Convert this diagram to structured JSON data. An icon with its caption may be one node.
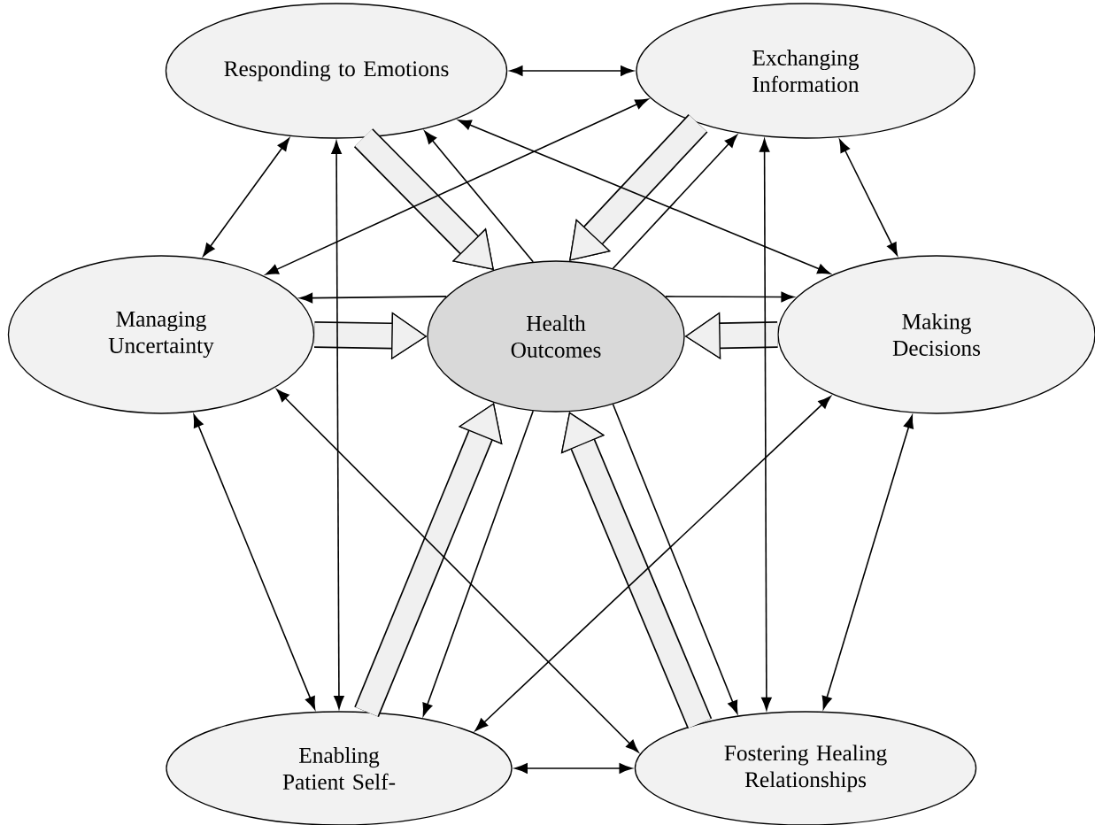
{
  "diagram": {
    "nodes": [
      {
        "text": [
          "Responding to Emotions"
        ]
      },
      {
        "text": [
          "Exchanging Information"
        ]
      },
      {
        "text": [
          "Managing Uncertainty"
        ]
      },
      {
        "text": [
          "Health Outcomes"
        ]
      },
      {
        "text": [
          "Making Decisions"
        ]
      },
      {
        "text": [
          "Enabling Patient Self-"
        ]
      },
      {
        "text": [
          "Fostering Healing Relationships"
        ]
      }
    ],
    "edges": [
      {
        "from": 0,
        "to": 3,
        "arrow": "to",
        "style": "thick"
      },
      {
        "from": 1,
        "to": 3,
        "arrow": "to",
        "style": "thick"
      },
      {
        "from": 2,
        "to": 3,
        "arrow": "to",
        "style": "thick"
      },
      {
        "from": 4,
        "to": 3,
        "arrow": "to",
        "style": "thick"
      },
      {
        "from": 5,
        "to": 3,
        "arrow": "to",
        "style": "thick"
      },
      {
        "from": 6,
        "to": 3,
        "arrow": "to",
        "style": "thick"
      },
      {
        "from": 3,
        "to": 0,
        "arrow": "to"
      },
      {
        "from": 3,
        "to": 1,
        "arrow": "to"
      },
      {
        "from": 3,
        "to": 2,
        "arrow": "to"
      },
      {
        "from": 3,
        "to": 4,
        "arrow": "to"
      },
      {
        "from": 3,
        "to": 5,
        "arrow": "to"
      },
      {
        "from": 3,
        "to": 6,
        "arrow": "to"
      },
      {
        "from": 0,
        "to": 1,
        "arrow": "both"
      },
      {
        "from": 0,
        "to": 2,
        "arrow": "both"
      },
      {
        "from": 0,
        "to": 5,
        "arrow": "both"
      },
      {
        "from": 0,
        "to": 4,
        "arrow": "both"
      },
      {
        "from": 1,
        "to": 2,
        "arrow": "both"
      },
      {
        "from": 1,
        "to": 4,
        "arrow": "both"
      },
      {
        "from": 1,
        "to": 6,
        "arrow": "both"
      },
      {
        "from": 2,
        "to": 5,
        "arrow": "both"
      },
      {
        "from": 2,
        "to": 6,
        "arrow": "both"
      },
      {
        "from": 4,
        "to": 5,
        "arrow": "both"
      },
      {
        "from": 4,
        "to": 6,
        "arrow": "both"
      },
      {
        "from": 5,
        "to": 6,
        "arrow": "both"
      }
    ]
  }
}
